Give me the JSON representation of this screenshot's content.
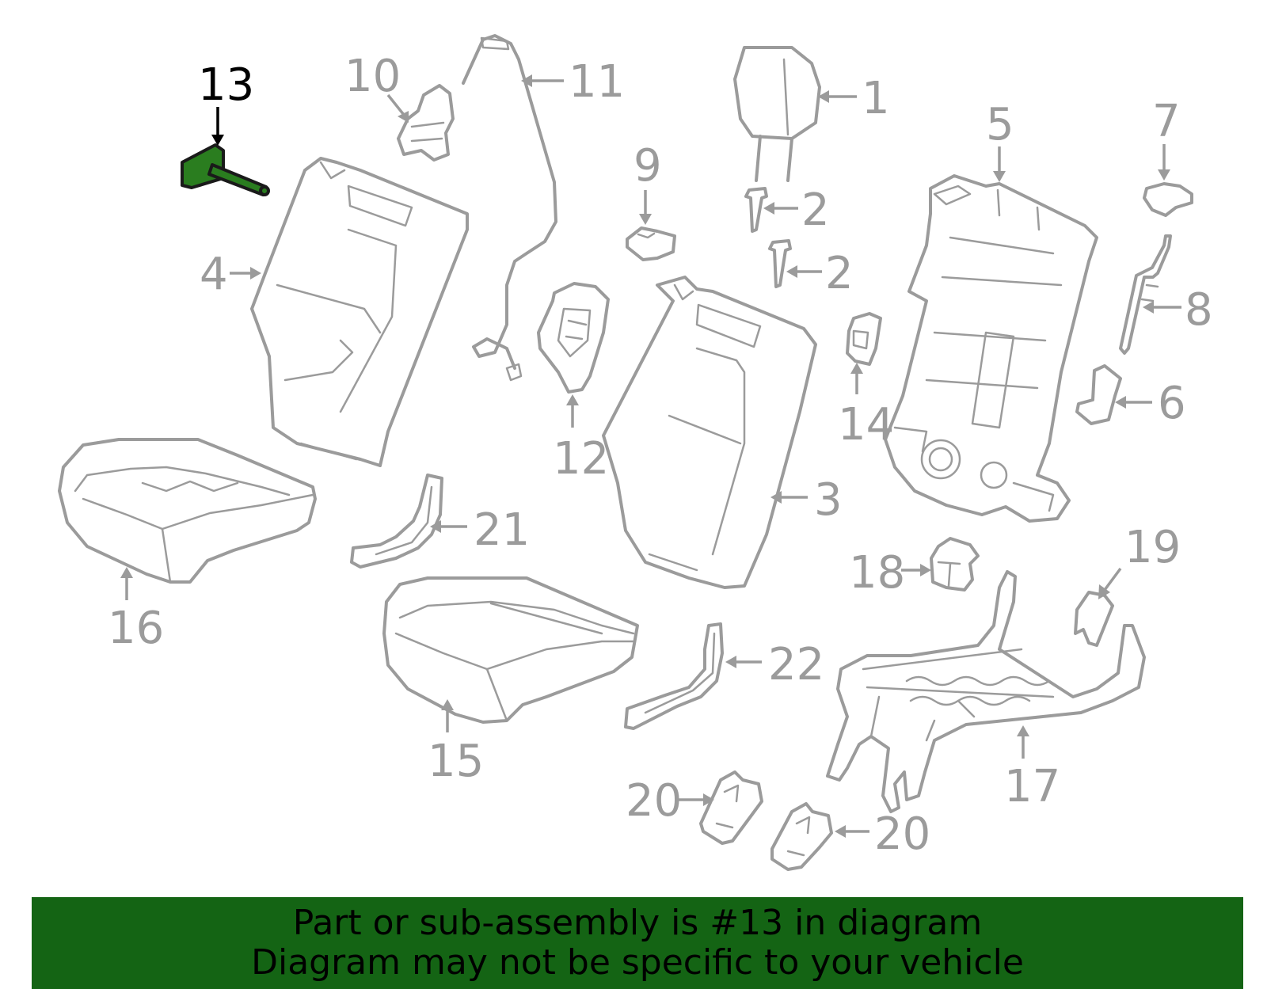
{
  "diagram": {
    "highlighted_part": "13",
    "highlight_color": "#2a7d1f",
    "banner_color": "#146414",
    "line_color": "#9b9b9b",
    "callouts": {
      "c1": "1",
      "c2a": "2",
      "c2b": "2",
      "c3": "3",
      "c4": "4",
      "c5": "5",
      "c6": "6",
      "c7": "7",
      "c8": "8",
      "c9": "9",
      "c10": "10",
      "c11": "11",
      "c12": "12",
      "c13": "13",
      "c14": "14",
      "c15": "15",
      "c16": "16",
      "c17": "17",
      "c18": "18",
      "c19": "19",
      "c20a": "20",
      "c20b": "20",
      "c21": "21",
      "c22": "22"
    }
  },
  "banner": {
    "line1": "Part or sub-assembly is #13 in diagram",
    "line2": "Diagram may not be specific to your vehicle"
  }
}
